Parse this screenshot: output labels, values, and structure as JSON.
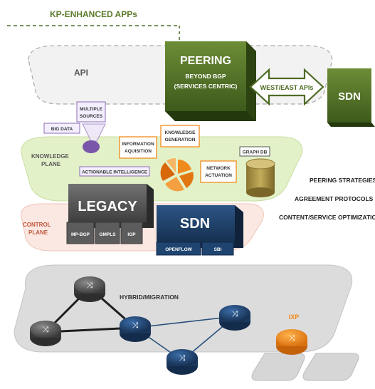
{
  "header": {
    "title": "KP-ENHANCED APPs"
  },
  "api_layer": {
    "label": "API"
  },
  "peering_box": {
    "title": "PEERING",
    "line1": "BEYOND BGP",
    "line2": "(SERVICES  CENTRIC)"
  },
  "west_east_arrow": {
    "label": "WEST/EAST APIs"
  },
  "sdn_top": {
    "label": "SDN"
  },
  "knowledge_plane": {
    "label_line1": "KNOWLEDGE",
    "label_line2": "PLANE",
    "big_data": "BIG DATA",
    "multiple_sources_line1": "MULTIPLE",
    "multiple_sources_line2": "SOURCES",
    "information_line1": "INFORMATION",
    "information_line2": "AQUISITION",
    "knowledge_line1": "KNOWLEDGE",
    "knowledge_line2": "GENERATION",
    "network_line1": "NETWORK",
    "network_line2": "ACTUATION",
    "actionable": "ACTIONABLE INTELLIGENCE",
    "graph_db": "GRAPH DB"
  },
  "right_list": {
    "item1": "PEERING STRATEGIES",
    "item2": "AGREEMENT PROTOCOLS",
    "item3": "CONTENT/SERVICE OPTIMIZATION"
  },
  "control_plane": {
    "label_line1": "CONTROL",
    "label_line2": "PLANE",
    "legacy_title": "LEGACY",
    "legacy_sub1": "MP-BGP",
    "legacy_sub2": "GMPLS",
    "legacy_sub3": "IGP",
    "sdn_title": "SDN",
    "sdn_sub1": "OPENFLOW",
    "sdn_sub2": "SBI"
  },
  "network_layer": {
    "hybrid_label": "HYBRID/MIGRATION",
    "ixp_label": "IXP"
  },
  "colors": {
    "dark_green": "#4e6b25",
    "light_green_plane": "#e3f1c8",
    "navy": "#1d3a5e",
    "dark_gray": "#565656",
    "orange": "#f08a1c",
    "purple": "#8c6bb5",
    "olive_cylinder": "#a08a3a"
  },
  "icons": [
    "router-icon",
    "ixp-router-icon",
    "funnel-icon",
    "cylinder-icon",
    "pie-icon"
  ]
}
